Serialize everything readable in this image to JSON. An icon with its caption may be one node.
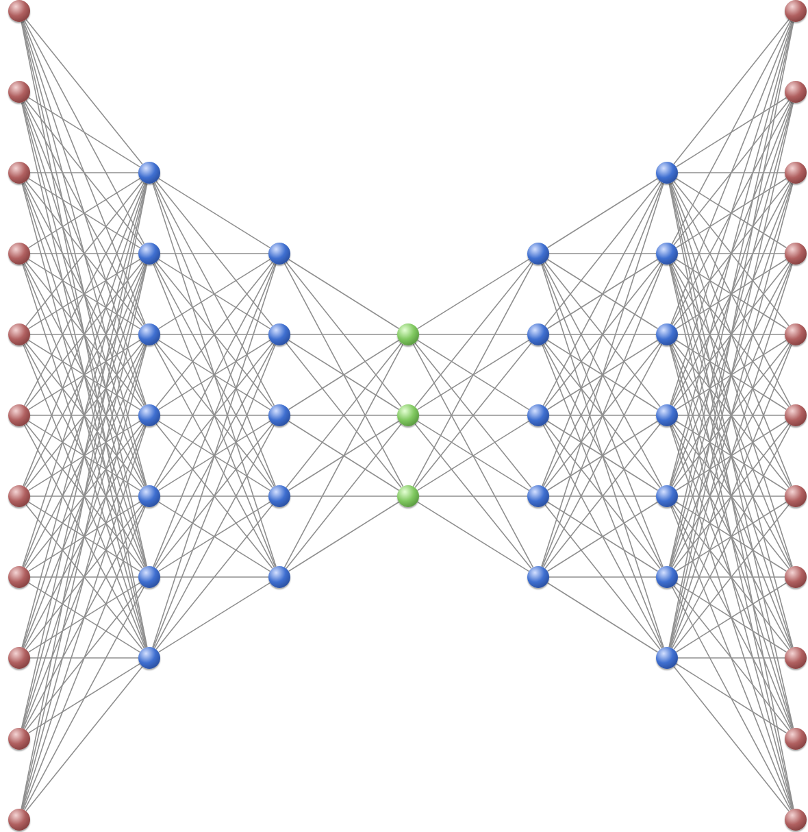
{
  "diagram": {
    "nodes": [
      {
        "text": [],
        "shape": "circle"
      },
      {
        "text": [],
        "shape": "circle"
      },
      {
        "text": [],
        "shape": "circle"
      },
      {
        "text": [],
        "shape": "circle"
      },
      {
        "text": [],
        "shape": "circle"
      },
      {
        "text": [],
        "shape": "circle"
      },
      {
        "text": [],
        "shape": "circle"
      },
      {
        "text": [],
        "shape": "circle"
      },
      {
        "text": [],
        "shape": "circle"
      },
      {
        "text": [],
        "shape": "circle"
      },
      {
        "text": [],
        "shape": "circle"
      },
      {
        "text": [],
        "shape": "circle"
      },
      {
        "text": [],
        "shape": "circle"
      },
      {
        "text": [],
        "shape": "circle"
      },
      {
        "text": [],
        "shape": "circle"
      },
      {
        "text": [],
        "shape": "circle"
      },
      {
        "text": [],
        "shape": "circle"
      },
      {
        "text": [],
        "shape": "circle"
      },
      {
        "text": [],
        "shape": "circle"
      },
      {
        "text": [],
        "shape": "circle"
      },
      {
        "text": [],
        "shape": "circle"
      },
      {
        "text": [],
        "shape": "circle"
      },
      {
        "text": [],
        "shape": "circle"
      },
      {
        "text": [],
        "shape": "circle"
      },
      {
        "text": [],
        "shape": "circle"
      },
      {
        "text": [],
        "shape": "circle"
      },
      {
        "text": [],
        "shape": "circle"
      },
      {
        "text": [],
        "shape": "circle"
      },
      {
        "text": [],
        "shape": "circle"
      },
      {
        "text": [],
        "shape": "circle"
      },
      {
        "text": [],
        "shape": "circle"
      },
      {
        "text": [],
        "shape": "circle"
      },
      {
        "text": [],
        "shape": "circle"
      },
      {
        "text": [],
        "shape": "circle"
      },
      {
        "text": [],
        "shape": "circle"
      },
      {
        "text": [],
        "shape": "circle"
      },
      {
        "text": [],
        "shape": "circle"
      },
      {
        "text": [],
        "shape": "circle"
      },
      {
        "text": [],
        "shape": "circle"
      },
      {
        "text": [],
        "shape": "circle"
      },
      {
        "text": [],
        "shape": "circle"
      },
      {
        "text": [],
        "shape": "circle"
      },
      {
        "text": [],
        "shape": "circle"
      },
      {
        "text": [],
        "shape": "circle"
      },
      {
        "text": [],
        "shape": "circle"
      },
      {
        "text": [],
        "shape": "circle"
      },
      {
        "text": [],
        "shape": "circle"
      },
      {
        "text": [],
        "shape": "circle"
      },
      {
        "text": [],
        "shape": "circle"
      }
    ],
    "edges": [
      {
        "from": 0,
        "to": 11,
        "arrow": "none"
      },
      {
        "from": 0,
        "to": 12,
        "arrow": "none"
      },
      {
        "from": 0,
        "to": 13,
        "arrow": "none"
      },
      {
        "from": 0,
        "to": 14,
        "arrow": "none"
      },
      {
        "from": 0,
        "to": 15,
        "arrow": "none"
      },
      {
        "from": 0,
        "to": 16,
        "arrow": "none"
      },
      {
        "from": 0,
        "to": 17,
        "arrow": "none"
      },
      {
        "from": 1,
        "to": 11,
        "arrow": "none"
      },
      {
        "from": 1,
        "to": 12,
        "arrow": "none"
      },
      {
        "from": 1,
        "to": 13,
        "arrow": "none"
      },
      {
        "from": 1,
        "to": 14,
        "arrow": "none"
      },
      {
        "from": 1,
        "to": 15,
        "arrow": "none"
      },
      {
        "from": 1,
        "to": 16,
        "arrow": "none"
      },
      {
        "from": 1,
        "to": 17,
        "arrow": "none"
      },
      {
        "from": 2,
        "to": 11,
        "arrow": "none"
      },
      {
        "from": 2,
        "to": 12,
        "arrow": "none"
      },
      {
        "from": 2,
        "to": 13,
        "arrow": "none"
      },
      {
        "from": 2,
        "to": 14,
        "arrow": "none"
      },
      {
        "from": 2,
        "to": 15,
        "arrow": "none"
      },
      {
        "from": 2,
        "to": 16,
        "arrow": "none"
      },
      {
        "from": 2,
        "to": 17,
        "arrow": "none"
      },
      {
        "from": 3,
        "to": 11,
        "arrow": "none"
      },
      {
        "from": 3,
        "to": 12,
        "arrow": "none"
      },
      {
        "from": 3,
        "to": 13,
        "arrow": "none"
      },
      {
        "from": 3,
        "to": 14,
        "arrow": "none"
      },
      {
        "from": 3,
        "to": 15,
        "arrow": "none"
      },
      {
        "from": 3,
        "to": 16,
        "arrow": "none"
      },
      {
        "from": 3,
        "to": 17,
        "arrow": "none"
      },
      {
        "from": 4,
        "to": 11,
        "arrow": "none"
      },
      {
        "from": 4,
        "to": 12,
        "arrow": "none"
      },
      {
        "from": 4,
        "to": 13,
        "arrow": "none"
      },
      {
        "from": 4,
        "to": 14,
        "arrow": "none"
      },
      {
        "from": 4,
        "to": 15,
        "arrow": "none"
      },
      {
        "from": 4,
        "to": 16,
        "arrow": "none"
      },
      {
        "from": 4,
        "to": 17,
        "arrow": "none"
      },
      {
        "from": 5,
        "to": 11,
        "arrow": "none"
      },
      {
        "from": 5,
        "to": 12,
        "arrow": "none"
      },
      {
        "from": 5,
        "to": 13,
        "arrow": "none"
      },
      {
        "from": 5,
        "to": 14,
        "arrow": "none"
      },
      {
        "from": 5,
        "to": 15,
        "arrow": "none"
      },
      {
        "from": 5,
        "to": 16,
        "arrow": "none"
      },
      {
        "from": 5,
        "to": 17,
        "arrow": "none"
      },
      {
        "from": 6,
        "to": 11,
        "arrow": "none"
      },
      {
        "from": 6,
        "to": 12,
        "arrow": "none"
      },
      {
        "from": 6,
        "to": 13,
        "arrow": "none"
      },
      {
        "from": 6,
        "to": 14,
        "arrow": "none"
      },
      {
        "from": 6,
        "to": 15,
        "arrow": "none"
      },
      {
        "from": 6,
        "to": 16,
        "arrow": "none"
      },
      {
        "from": 6,
        "to": 17,
        "arrow": "none"
      },
      {
        "from": 7,
        "to": 11,
        "arrow": "none"
      },
      {
        "from": 7,
        "to": 12,
        "arrow": "none"
      },
      {
        "from": 7,
        "to": 13,
        "arrow": "none"
      },
      {
        "from": 7,
        "to": 14,
        "arrow": "none"
      },
      {
        "from": 7,
        "to": 15,
        "arrow": "none"
      },
      {
        "from": 7,
        "to": 16,
        "arrow": "none"
      },
      {
        "from": 7,
        "to": 17,
        "arrow": "none"
      },
      {
        "from": 8,
        "to": 11,
        "arrow": "none"
      },
      {
        "from": 8,
        "to": 12,
        "arrow": "none"
      },
      {
        "from": 8,
        "to": 13,
        "arrow": "none"
      },
      {
        "from": 8,
        "to": 14,
        "arrow": "none"
      },
      {
        "from": 8,
        "to": 15,
        "arrow": "none"
      },
      {
        "from": 8,
        "to": 16,
        "arrow": "none"
      },
      {
        "from": 8,
        "to": 17,
        "arrow": "none"
      },
      {
        "from": 9,
        "to": 11,
        "arrow": "none"
      },
      {
        "from": 9,
        "to": 12,
        "arrow": "none"
      },
      {
        "from": 9,
        "to": 13,
        "arrow": "none"
      },
      {
        "from": 9,
        "to": 14,
        "arrow": "none"
      },
      {
        "from": 9,
        "to": 15,
        "arrow": "none"
      },
      {
        "from": 9,
        "to": 16,
        "arrow": "none"
      },
      {
        "from": 9,
        "to": 17,
        "arrow": "none"
      },
      {
        "from": 10,
        "to": 11,
        "arrow": "none"
      },
      {
        "from": 10,
        "to": 12,
        "arrow": "none"
      },
      {
        "from": 10,
        "to": 13,
        "arrow": "none"
      },
      {
        "from": 10,
        "to": 14,
        "arrow": "none"
      },
      {
        "from": 10,
        "to": 15,
        "arrow": "none"
      },
      {
        "from": 10,
        "to": 16,
        "arrow": "none"
      },
      {
        "from": 10,
        "to": 17,
        "arrow": "none"
      },
      {
        "from": 11,
        "to": 18,
        "arrow": "none"
      },
      {
        "from": 11,
        "to": 19,
        "arrow": "none"
      },
      {
        "from": 11,
        "to": 20,
        "arrow": "none"
      },
      {
        "from": 11,
        "to": 21,
        "arrow": "none"
      },
      {
        "from": 11,
        "to": 22,
        "arrow": "none"
      },
      {
        "from": 12,
        "to": 18,
        "arrow": "none"
      },
      {
        "from": 12,
        "to": 19,
        "arrow": "none"
      },
      {
        "from": 12,
        "to": 20,
        "arrow": "none"
      },
      {
        "from": 12,
        "to": 21,
        "arrow": "none"
      },
      {
        "from": 12,
        "to": 22,
        "arrow": "none"
      },
      {
        "from": 13,
        "to": 18,
        "arrow": "none"
      },
      {
        "from": 13,
        "to": 19,
        "arrow": "none"
      },
      {
        "from": 13,
        "to": 20,
        "arrow": "none"
      },
      {
        "from": 13,
        "to": 21,
        "arrow": "none"
      },
      {
        "from": 13,
        "to": 22,
        "arrow": "none"
      },
      {
        "from": 14,
        "to": 18,
        "arrow": "none"
      },
      {
        "from": 14,
        "to": 19,
        "arrow": "none"
      },
      {
        "from": 14,
        "to": 20,
        "arrow": "none"
      },
      {
        "from": 14,
        "to": 21,
        "arrow": "none"
      },
      {
        "from": 14,
        "to": 22,
        "arrow": "none"
      },
      {
        "from": 15,
        "to": 18,
        "arrow": "none"
      },
      {
        "from": 15,
        "to": 19,
        "arrow": "none"
      },
      {
        "from": 15,
        "to": 20,
        "arrow": "none"
      },
      {
        "from": 15,
        "to": 21,
        "arrow": "none"
      },
      {
        "from": 15,
        "to": 22,
        "arrow": "none"
      },
      {
        "from": 16,
        "to": 18,
        "arrow": "none"
      },
      {
        "from": 16,
        "to": 19,
        "arrow": "none"
      },
      {
        "from": 16,
        "to": 20,
        "arrow": "none"
      },
      {
        "from": 16,
        "to": 21,
        "arrow": "none"
      },
      {
        "from": 16,
        "to": 22,
        "arrow": "none"
      },
      {
        "from": 17,
        "to": 18,
        "arrow": "none"
      },
      {
        "from": 17,
        "to": 19,
        "arrow": "none"
      },
      {
        "from": 17,
        "to": 20,
        "arrow": "none"
      },
      {
        "from": 17,
        "to": 21,
        "arrow": "none"
      },
      {
        "from": 17,
        "to": 22,
        "arrow": "none"
      },
      {
        "from": 18,
        "to": 23,
        "arrow": "none"
      },
      {
        "from": 18,
        "to": 24,
        "arrow": "none"
      },
      {
        "from": 18,
        "to": 25,
        "arrow": "none"
      },
      {
        "from": 19,
        "to": 23,
        "arrow": "none"
      },
      {
        "from": 19,
        "to": 24,
        "arrow": "none"
      },
      {
        "from": 19,
        "to": 25,
        "arrow": "none"
      },
      {
        "from": 20,
        "to": 23,
        "arrow": "none"
      },
      {
        "from": 20,
        "to": 24,
        "arrow": "none"
      },
      {
        "from": 20,
        "to": 25,
        "arrow": "none"
      },
      {
        "from": 21,
        "to": 23,
        "arrow": "none"
      },
      {
        "from": 21,
        "to": 24,
        "arrow": "none"
      },
      {
        "from": 21,
        "to": 25,
        "arrow": "none"
      },
      {
        "from": 22,
        "to": 23,
        "arrow": "none"
      },
      {
        "from": 22,
        "to": 24,
        "arrow": "none"
      },
      {
        "from": 22,
        "to": 25,
        "arrow": "none"
      },
      {
        "from": 23,
        "to": 26,
        "arrow": "none"
      },
      {
        "from": 23,
        "to": 27,
        "arrow": "none"
      },
      {
        "from": 23,
        "to": 28,
        "arrow": "none"
      },
      {
        "from": 23,
        "to": 29,
        "arrow": "none"
      },
      {
        "from": 23,
        "to": 30,
        "arrow": "none"
      },
      {
        "from": 24,
        "to": 26,
        "arrow": "none"
      },
      {
        "from": 24,
        "to": 27,
        "arrow": "none"
      },
      {
        "from": 24,
        "to": 28,
        "arrow": "none"
      },
      {
        "from": 24,
        "to": 29,
        "arrow": "none"
      },
      {
        "from": 24,
        "to": 30,
        "arrow": "none"
      },
      {
        "from": 25,
        "to": 26,
        "arrow": "none"
      },
      {
        "from": 25,
        "to": 27,
        "arrow": "none"
      },
      {
        "from": 25,
        "to": 28,
        "arrow": "none"
      },
      {
        "from": 25,
        "to": 29,
        "arrow": "none"
      },
      {
        "from": 25,
        "to": 30,
        "arrow": "none"
      },
      {
        "from": 26,
        "to": 31,
        "arrow": "none"
      },
      {
        "from": 26,
        "to": 32,
        "arrow": "none"
      },
      {
        "from": 26,
        "to": 33,
        "arrow": "none"
      },
      {
        "from": 26,
        "to": 34,
        "arrow": "none"
      },
      {
        "from": 26,
        "to": 35,
        "arrow": "none"
      },
      {
        "from": 26,
        "to": 36,
        "arrow": "none"
      },
      {
        "from": 26,
        "to": 37,
        "arrow": "none"
      },
      {
        "from": 27,
        "to": 31,
        "arrow": "none"
      },
      {
        "from": 27,
        "to": 32,
        "arrow": "none"
      },
      {
        "from": 27,
        "to": 33,
        "arrow": "none"
      },
      {
        "from": 27,
        "to": 34,
        "arrow": "none"
      },
      {
        "from": 27,
        "to": 35,
        "arrow": "none"
      },
      {
        "from": 27,
        "to": 36,
        "arrow": "none"
      },
      {
        "from": 27,
        "to": 37,
        "arrow": "none"
      },
      {
        "from": 28,
        "to": 31,
        "arrow": "none"
      },
      {
        "from": 28,
        "to": 32,
        "arrow": "none"
      },
      {
        "from": 28,
        "to": 33,
        "arrow": "none"
      },
      {
        "from": 28,
        "to": 34,
        "arrow": "none"
      },
      {
        "from": 28,
        "to": 35,
        "arrow": "none"
      },
      {
        "from": 28,
        "to": 36,
        "arrow": "none"
      },
      {
        "from": 28,
        "to": 37,
        "arrow": "none"
      },
      {
        "from": 29,
        "to": 31,
        "arrow": "none"
      },
      {
        "from": 29,
        "to": 32,
        "arrow": "none"
      },
      {
        "from": 29,
        "to": 33,
        "arrow": "none"
      },
      {
        "from": 29,
        "to": 34,
        "arrow": "none"
      },
      {
        "from": 29,
        "to": 35,
        "arrow": "none"
      },
      {
        "from": 29,
        "to": 36,
        "arrow": "none"
      },
      {
        "from": 29,
        "to": 37,
        "arrow": "none"
      },
      {
        "from": 30,
        "to": 31,
        "arrow": "none"
      },
      {
        "from": 30,
        "to": 32,
        "arrow": "none"
      },
      {
        "from": 30,
        "to": 33,
        "arrow": "none"
      },
      {
        "from": 30,
        "to": 34,
        "arrow": "none"
      },
      {
        "from": 30,
        "to": 35,
        "arrow": "none"
      },
      {
        "from": 30,
        "to": 36,
        "arrow": "none"
      },
      {
        "from": 30,
        "to": 37,
        "arrow": "none"
      },
      {
        "from": 31,
        "to": 38,
        "arrow": "none"
      },
      {
        "from": 31,
        "to": 39,
        "arrow": "none"
      },
      {
        "from": 31,
        "to": 40,
        "arrow": "none"
      },
      {
        "from": 31,
        "to": 41,
        "arrow": "none"
      },
      {
        "from": 31,
        "to": 42,
        "arrow": "none"
      },
      {
        "from": 31,
        "to": 43,
        "arrow": "none"
      },
      {
        "from": 31,
        "to": 44,
        "arrow": "none"
      },
      {
        "from": 31,
        "to": 45,
        "arrow": "none"
      },
      {
        "from": 31,
        "to": 46,
        "arrow": "none"
      },
      {
        "from": 31,
        "to": 47,
        "arrow": "none"
      },
      {
        "from": 31,
        "to": 48,
        "arrow": "none"
      },
      {
        "from": 32,
        "to": 38,
        "arrow": "none"
      },
      {
        "from": 32,
        "to": 39,
        "arrow": "none"
      },
      {
        "from": 32,
        "to": 40,
        "arrow": "none"
      },
      {
        "from": 32,
        "to": 41,
        "arrow": "none"
      },
      {
        "from": 32,
        "to": 42,
        "arrow": "none"
      },
      {
        "from": 32,
        "to": 43,
        "arrow": "none"
      },
      {
        "from": 32,
        "to": 44,
        "arrow": "none"
      },
      {
        "from": 32,
        "to": 45,
        "arrow": "none"
      },
      {
        "from": 32,
        "to": 46,
        "arrow": "none"
      },
      {
        "from": 32,
        "to": 47,
        "arrow": "none"
      },
      {
        "from": 32,
        "to": 48,
        "arrow": "none"
      },
      {
        "from": 33,
        "to": 38,
        "arrow": "none"
      },
      {
        "from": 33,
        "to": 39,
        "arrow": "none"
      },
      {
        "from": 33,
        "to": 40,
        "arrow": "none"
      },
      {
        "from": 33,
        "to": 41,
        "arrow": "none"
      },
      {
        "from": 33,
        "to": 42,
        "arrow": "none"
      },
      {
        "from": 33,
        "to": 43,
        "arrow": "none"
      },
      {
        "from": 33,
        "to": 44,
        "arrow": "none"
      },
      {
        "from": 33,
        "to": 45,
        "arrow": "none"
      },
      {
        "from": 33,
        "to": 46,
        "arrow": "none"
      },
      {
        "from": 33,
        "to": 47,
        "arrow": "none"
      },
      {
        "from": 33,
        "to": 48,
        "arrow": "none"
      },
      {
        "from": 34,
        "to": 38,
        "arrow": "none"
      },
      {
        "from": 34,
        "to": 39,
        "arrow": "none"
      },
      {
        "from": 34,
        "to": 40,
        "arrow": "none"
      },
      {
        "from": 34,
        "to": 41,
        "arrow": "none"
      },
      {
        "from": 34,
        "to": 42,
        "arrow": "none"
      },
      {
        "from": 34,
        "to": 43,
        "arrow": "none"
      },
      {
        "from": 34,
        "to": 44,
        "arrow": "none"
      },
      {
        "from": 34,
        "to": 45,
        "arrow": "none"
      },
      {
        "from": 34,
        "to": 46,
        "arrow": "none"
      },
      {
        "from": 34,
        "to": 47,
        "arrow": "none"
      },
      {
        "from": 34,
        "to": 48,
        "arrow": "none"
      },
      {
        "from": 35,
        "to": 38,
        "arrow": "none"
      },
      {
        "from": 35,
        "to": 39,
        "arrow": "none"
      },
      {
        "from": 35,
        "to": 40,
        "arrow": "none"
      },
      {
        "from": 35,
        "to": 41,
        "arrow": "none"
      },
      {
        "from": 35,
        "to": 42,
        "arrow": "none"
      },
      {
        "from": 35,
        "to": 43,
        "arrow": "none"
      },
      {
        "from": 35,
        "to": 44,
        "arrow": "none"
      },
      {
        "from": 35,
        "to": 45,
        "arrow": "none"
      },
      {
        "from": 35,
        "to": 46,
        "arrow": "none"
      },
      {
        "from": 35,
        "to": 47,
        "arrow": "none"
      },
      {
        "from": 35,
        "to": 48,
        "arrow": "none"
      },
      {
        "from": 36,
        "to": 38,
        "arrow": "none"
      },
      {
        "from": 36,
        "to": 39,
        "arrow": "none"
      },
      {
        "from": 36,
        "to": 40,
        "arrow": "none"
      },
      {
        "from": 36,
        "to": 41,
        "arrow": "none"
      },
      {
        "from": 36,
        "to": 42,
        "arrow": "none"
      },
      {
        "from": 36,
        "to": 43,
        "arrow": "none"
      },
      {
        "from": 36,
        "to": 44,
        "arrow": "none"
      },
      {
        "from": 36,
        "to": 45,
        "arrow": "none"
      },
      {
        "from": 36,
        "to": 46,
        "arrow": "none"
      },
      {
        "from": 36,
        "to": 47,
        "arrow": "none"
      },
      {
        "from": 36,
        "to": 48,
        "arrow": "none"
      },
      {
        "from": 37,
        "to": 38,
        "arrow": "none"
      },
      {
        "from": 37,
        "to": 39,
        "arrow": "none"
      },
      {
        "from": 37,
        "to": 40,
        "arrow": "none"
      },
      {
        "from": 37,
        "to": 41,
        "arrow": "none"
      },
      {
        "from": 37,
        "to": 42,
        "arrow": "none"
      },
      {
        "from": 37,
        "to": 43,
        "arrow": "none"
      },
      {
        "from": 37,
        "to": 44,
        "arrow": "none"
      },
      {
        "from": 37,
        "to": 45,
        "arrow": "none"
      },
      {
        "from": 37,
        "to": 46,
        "arrow": "none"
      },
      {
        "from": 37,
        "to": 47,
        "arrow": "none"
      },
      {
        "from": 37,
        "to": 48,
        "arrow": "none"
      }
    ]
  }
}
